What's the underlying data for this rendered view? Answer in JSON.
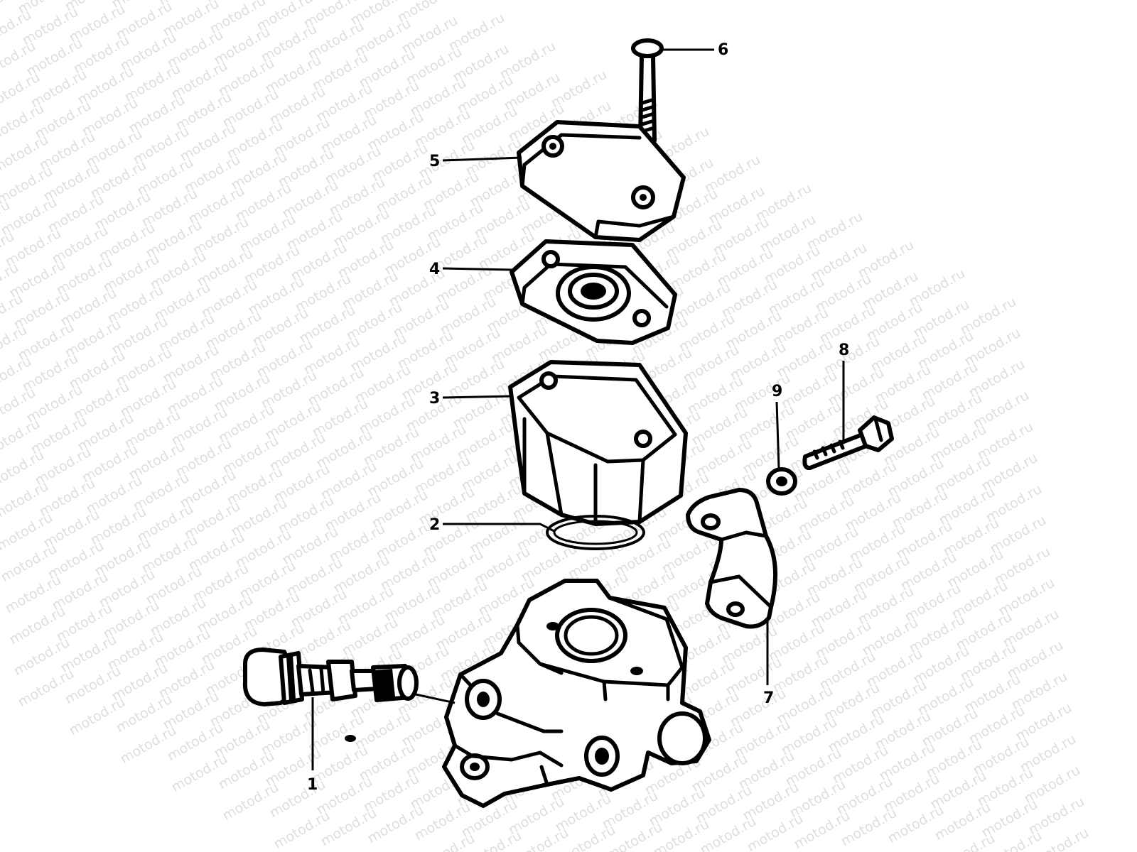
{
  "watermark": {
    "text": "motod.ru",
    "color": "#000000"
  },
  "callouts": [
    {
      "id": "1",
      "label": "1"
    },
    {
      "id": "2",
      "label": "2"
    },
    {
      "id": "3",
      "label": "3"
    },
    {
      "id": "4",
      "label": "4"
    },
    {
      "id": "5",
      "label": "5"
    },
    {
      "id": "6",
      "label": "6"
    },
    {
      "id": "7",
      "label": "7"
    },
    {
      "id": "8",
      "label": "8"
    },
    {
      "id": "9",
      "label": "9"
    }
  ],
  "colors": {
    "ink": "#000000",
    "paper": "#ffffff"
  }
}
